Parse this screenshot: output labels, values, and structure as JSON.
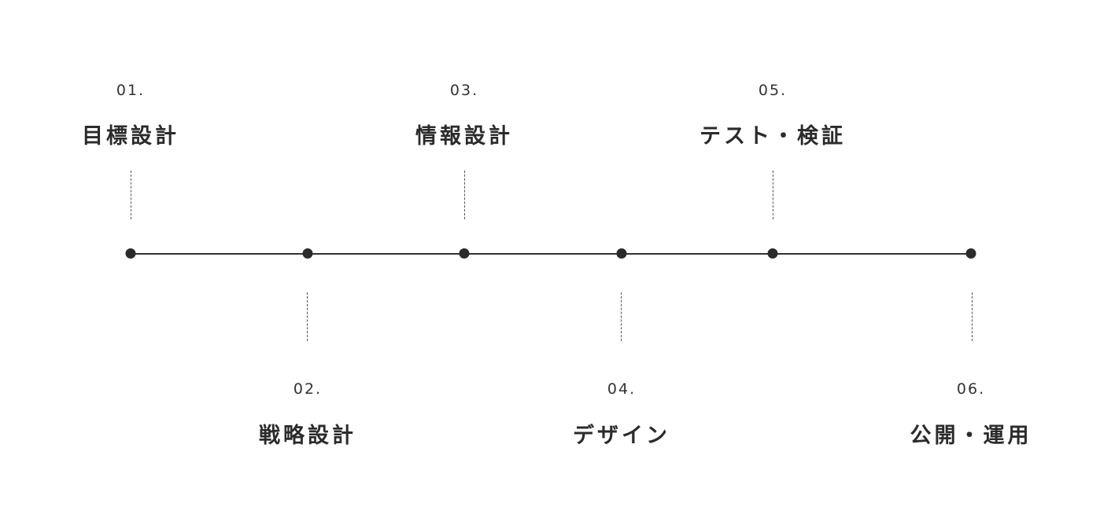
{
  "steps": [
    {
      "number": "01.",
      "title": "目標設計"
    },
    {
      "number": "02.",
      "title": "戦略設計"
    },
    {
      "number": "03.",
      "title": "情報設計"
    },
    {
      "number": "04.",
      "title": "デザイン"
    },
    {
      "number": "05.",
      "title": "テスト・検証"
    },
    {
      "number": "06.",
      "title": "公開・運用"
    }
  ],
  "colors": {
    "line": "#333333",
    "node": "#2b2b2b",
    "text": "#2b2b2b"
  }
}
